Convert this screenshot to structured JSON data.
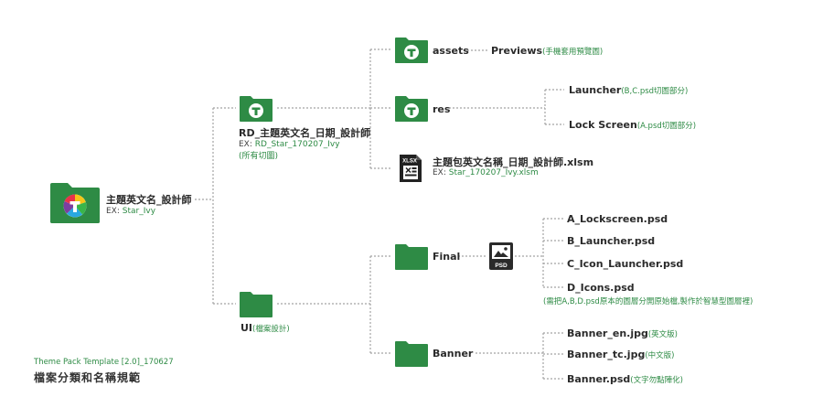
{
  "colors": {
    "folder_green": "#2e8b45",
    "connector_gray": "#a3a3a3",
    "accent_green": "#2e8b45"
  },
  "root": {
    "title": "主題英文名_設計師",
    "ex_label": "EX:",
    "ex_value": "Star_Ivy",
    "icon": "theme-app-icon"
  },
  "rd": {
    "title": "RD_主題英文名_日期_設計師",
    "ex_label": "EX:",
    "ex_value": "RD_Star_170207_Ivy",
    "note": "(所有切圖)"
  },
  "assets": {
    "title": "assets",
    "child_title": "Previews",
    "child_note": "(手機套用預覽圖)"
  },
  "res": {
    "title": "res",
    "children": [
      {
        "title": "Launcher",
        "note": "(B,C.psd切圖部分)"
      },
      {
        "title": "Lock Screen",
        "note": "(A.psd切圖部分)"
      }
    ]
  },
  "xlsx": {
    "badge": "XLSX",
    "title": "主題包英文名稱_日期_設計師.xlsm",
    "ex_label": "EX:",
    "ex_value": "Star_170207_Ivy.xlsm"
  },
  "ui": {
    "title": "UI",
    "note": "(檔案設計)"
  },
  "final": {
    "title": "Final",
    "psd_badge": "PSD",
    "files": [
      "A_Lockscreen.psd",
      "B_Launcher.psd",
      "C_Icon_Launcher.psd",
      "D_Icons.psd"
    ],
    "note": "(需把A,B,D.psd原本的圖層分開原始檔,製作於智慧型圖層裡)"
  },
  "banner": {
    "title": "Banner",
    "files": [
      {
        "title": "Banner_en.jpg",
        "note": "(英文版)"
      },
      {
        "title": "Banner_tc.jpg",
        "note": "(中文版)"
      },
      {
        "title": "Banner.psd",
        "note": "(文字勿點陣化)"
      }
    ]
  },
  "footer": {
    "template": "Theme Pack Template [2.0]_170627",
    "title": "檔案分類和名稱規範"
  }
}
